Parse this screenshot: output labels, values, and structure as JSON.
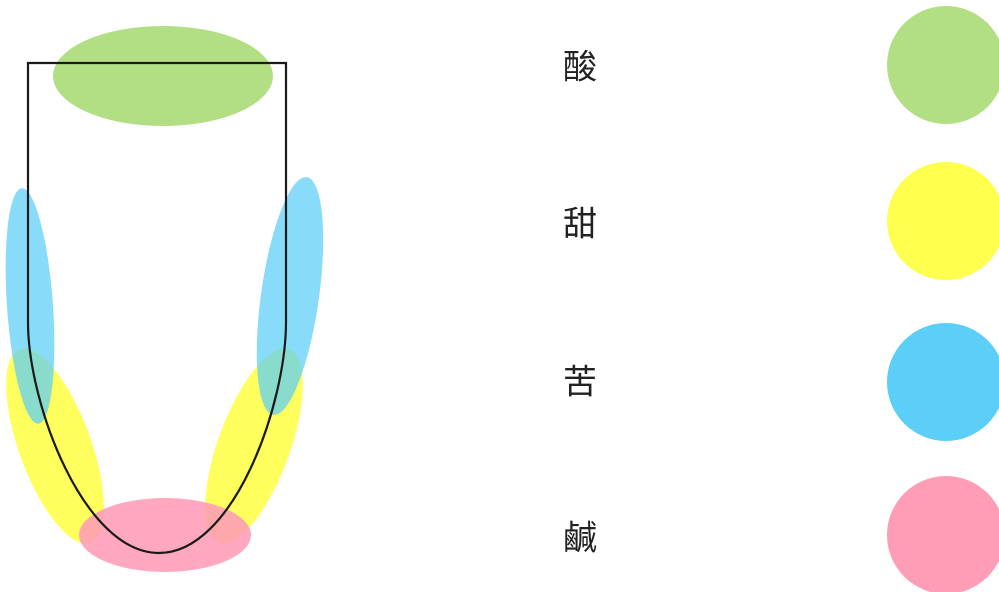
{
  "legend": [
    {
      "id": "sour",
      "label": "酸",
      "color": "#b2df84"
    },
    {
      "id": "sweet",
      "label": "甜",
      "color": "#ffff4d"
    },
    {
      "id": "bitter",
      "label": "苦",
      "color": "#5bcff7"
    },
    {
      "id": "salty",
      "label": "鹹",
      "color": "#ff9cb6"
    }
  ],
  "colors": {
    "outline": "#1a1a1a"
  }
}
